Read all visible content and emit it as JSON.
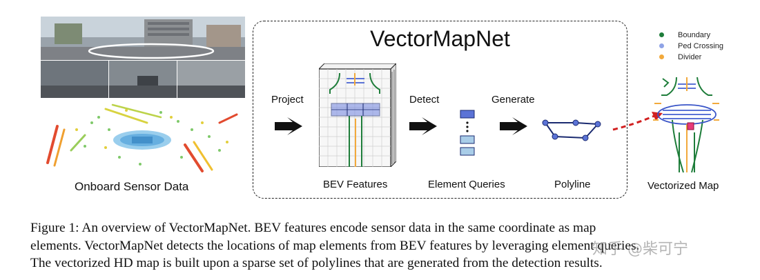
{
  "figure": {
    "title": "VectorMapNet",
    "sensor_label": "Onboard Sensor Data",
    "steps": {
      "project": "Project",
      "detect": "Detect",
      "generate": "Generate"
    },
    "stage_labels": {
      "bev": "BEV Features",
      "queries": "Element Queries",
      "polyline": "Polyline",
      "vectorized_map": "Vectorized Map"
    },
    "legend": [
      {
        "label": "Boundary",
        "color": "#1e7d3a"
      },
      {
        "label": "Ped Crossing",
        "color": "#8fa3e6"
      },
      {
        "label": "Divider",
        "color": "#f2a93b"
      }
    ],
    "colors": {
      "boundary": "#1e7d3a",
      "ped_crossing": "#5b73d6",
      "divider": "#f2a93b",
      "arrow_red": "#d12020"
    }
  },
  "caption": {
    "lines": [
      "Figure 1: An overview of VectorMapNet. BEV features encode sensor data in the same coordinate as map",
      "elements. VectorMapNet detects the locations of map elements from BEV features by leveraging element queries.",
      "The vectorized HD map is built upon a sparse set of polylines that are generated from the detection results."
    ]
  },
  "watermark": "知乎 @柴可宁"
}
